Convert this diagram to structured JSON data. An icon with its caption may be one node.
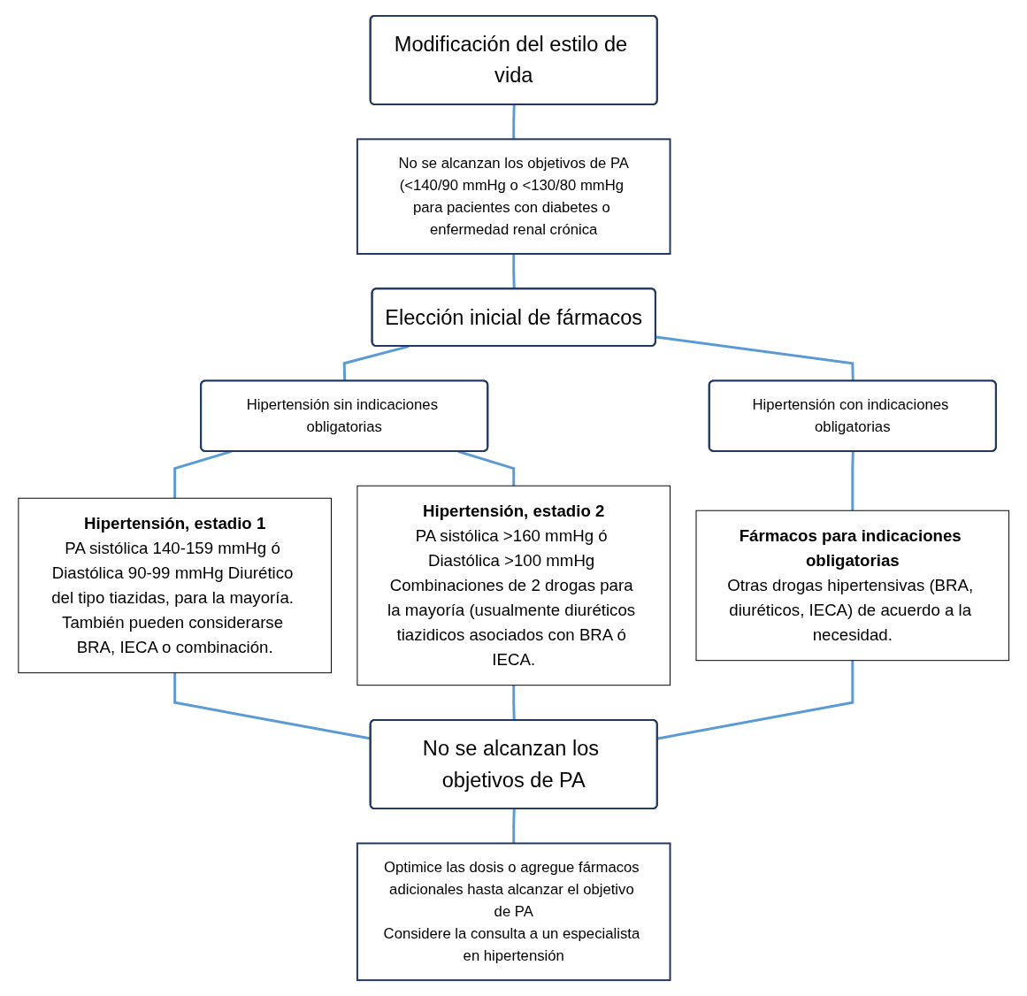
{
  "diagram": {
    "nodes": [
      {
        "text": [
          "Modificación del estilo de vida"
        ]
      },
      {
        "text": [
          "No se alcanzan los objetivos de PA",
          "(<140/90 mmHg o <130/80 mmHg para pacientes con diabetes o enfermedad renal crónica"
        ]
      },
      {
        "text": [
          "Elección inicial de fármacos"
        ]
      },
      {
        "text": [
          "Hipertensión sin indicaciones obligatorias"
        ]
      },
      {
        "text": [
          "Hipertensión con indicaciones obligatorias"
        ]
      },
      {
        "text": [
          "Hipertensión, estadio 1",
          "PA sistólica 140-159 mmHg ó Diastólica 90-99 mmHg Diurético del tipo tiazidas, para la mayoría. También pueden considerarse BRA, IECA o combinación."
        ]
      },
      {
        "text": [
          "Hipertensión, estadio 2",
          "PA sistólica >160 mmHg ó Diastólica >100 mmHg Combinaciones de 2 drogas para la mayoría (usualmente diuréticos tiazidicos asociados con BRA ó IECA."
        ]
      },
      {
        "text": [
          "Fármacos para indicaciones obligatorias",
          "Otras drogas hipertensivas (BRA, diuréticos, IECA) de acuerdo a la necesidad."
        ]
      },
      {
        "text": [
          "No se alcanzan los objetivos de PA"
        ]
      },
      {
        "text": [
          "Optimice las dosis o agregue fármacos adicionales hasta alcanzar el objetivo de PA",
          "Considere la consulta a un especialista en hipertensión"
        ]
      }
    ],
    "edges": [
      {
        "from": 0,
        "to": 1,
        "arrow": "none"
      },
      {
        "from": 1,
        "to": 2,
        "arrow": "none"
      },
      {
        "from": 2,
        "to": 3,
        "arrow": "none"
      },
      {
        "from": 2,
        "to": 4,
        "arrow": "none"
      },
      {
        "from": 3,
        "to": 5,
        "arrow": "none"
      },
      {
        "from": 3,
        "to": 6,
        "arrow": "none"
      },
      {
        "from": 4,
        "to": 7,
        "arrow": "none"
      },
      {
        "from": 5,
        "to": 8,
        "arrow": "none"
      },
      {
        "from": 6,
        "to": 8,
        "arrow": "none"
      },
      {
        "from": 7,
        "to": 8,
        "arrow": "none"
      },
      {
        "from": 8,
        "to": 9,
        "arrow": "none"
      }
    ]
  }
}
